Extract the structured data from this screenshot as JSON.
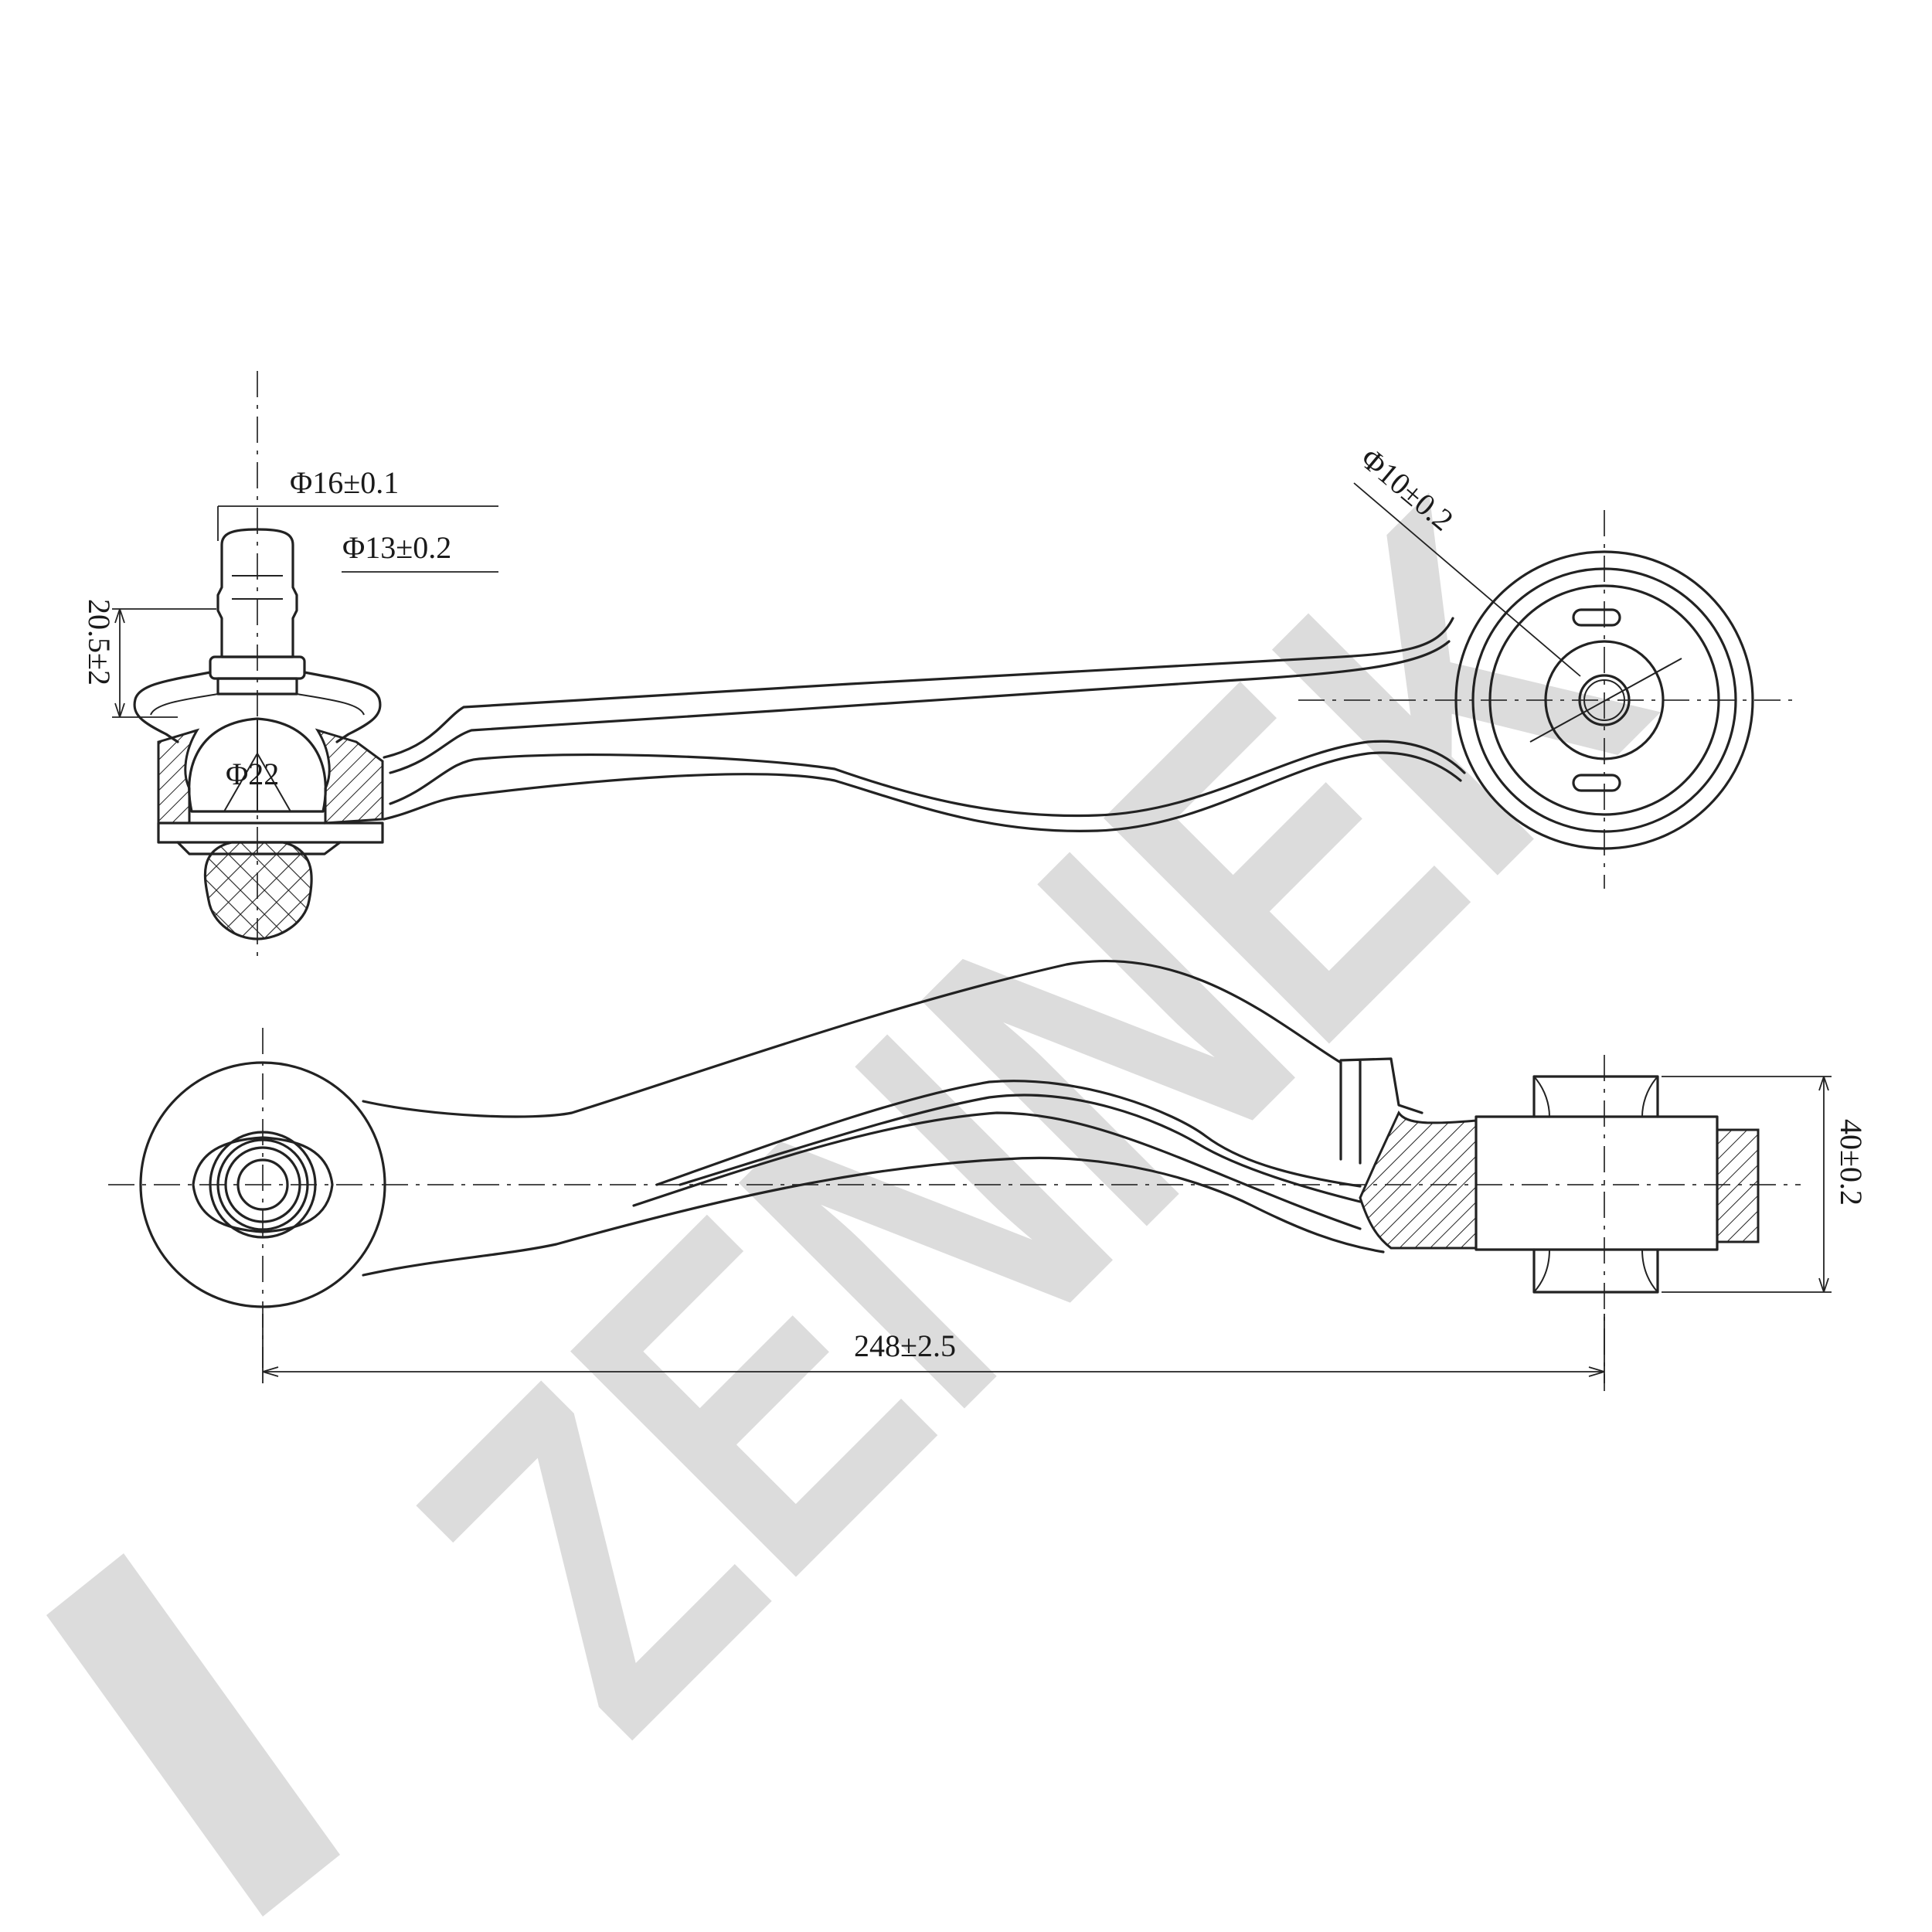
{
  "watermark": {
    "text": "ZENNEK",
    "color": "#dcdcdc"
  },
  "dimensions": {
    "pin_diameter": "Φ16±0.1",
    "pin_neck_diameter": "Φ13±0.2",
    "pin_height": "20.5±2",
    "ball_diameter": "Φ22",
    "bushing_bore": "Φ10±0.2",
    "bushing_width": "40±0.2",
    "center_distance": "248±2.5"
  }
}
